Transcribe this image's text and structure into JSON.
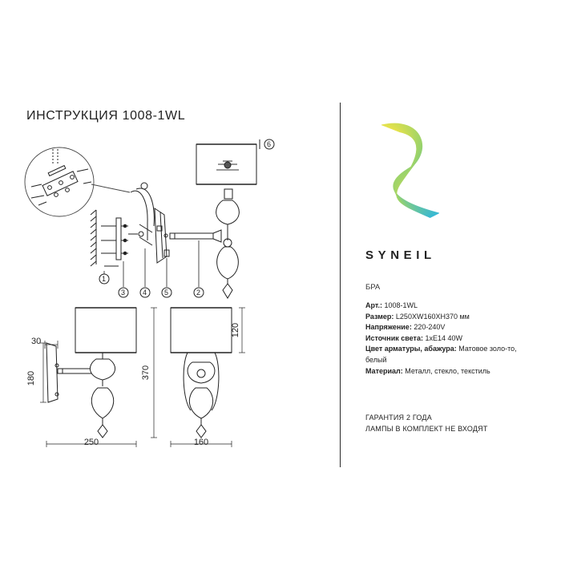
{
  "document": {
    "title": "ИНСТРУКЦИЯ 1008-1WL"
  },
  "callouts": [
    "1",
    "3",
    "4",
    "5",
    "2",
    "6"
  ],
  "dimensions": {
    "side_depth_top": "30",
    "side_height": "180",
    "total_height": "370",
    "shade_height": "120",
    "length": "250",
    "width": "160"
  },
  "brand": {
    "name": "SYNEIL",
    "logo": "wave-s-logo"
  },
  "product": {
    "type": "БРА",
    "specs": [
      {
        "label": "Арт.:",
        "value": " 1008-1WL"
      },
      {
        "label": "Размер:",
        "value": " L250XW160XH370 мм"
      },
      {
        "label": "Напряжение:",
        "value": " 220-240V"
      },
      {
        "label": "Источник света:",
        "value": " 1xE14 40W"
      },
      {
        "label": "Цвет арматуры, абажура:",
        "value": " Матовое золо-то, белый"
      },
      {
        "label": "Материал:",
        "value": " Металл, стекло, текстиль"
      }
    ],
    "notes": [
      "ГАРАНТИЯ 2 ГОДА",
      "ЛАМПЫ В КОМПЛЕКТ НЕ ВХОДЯТ"
    ]
  }
}
